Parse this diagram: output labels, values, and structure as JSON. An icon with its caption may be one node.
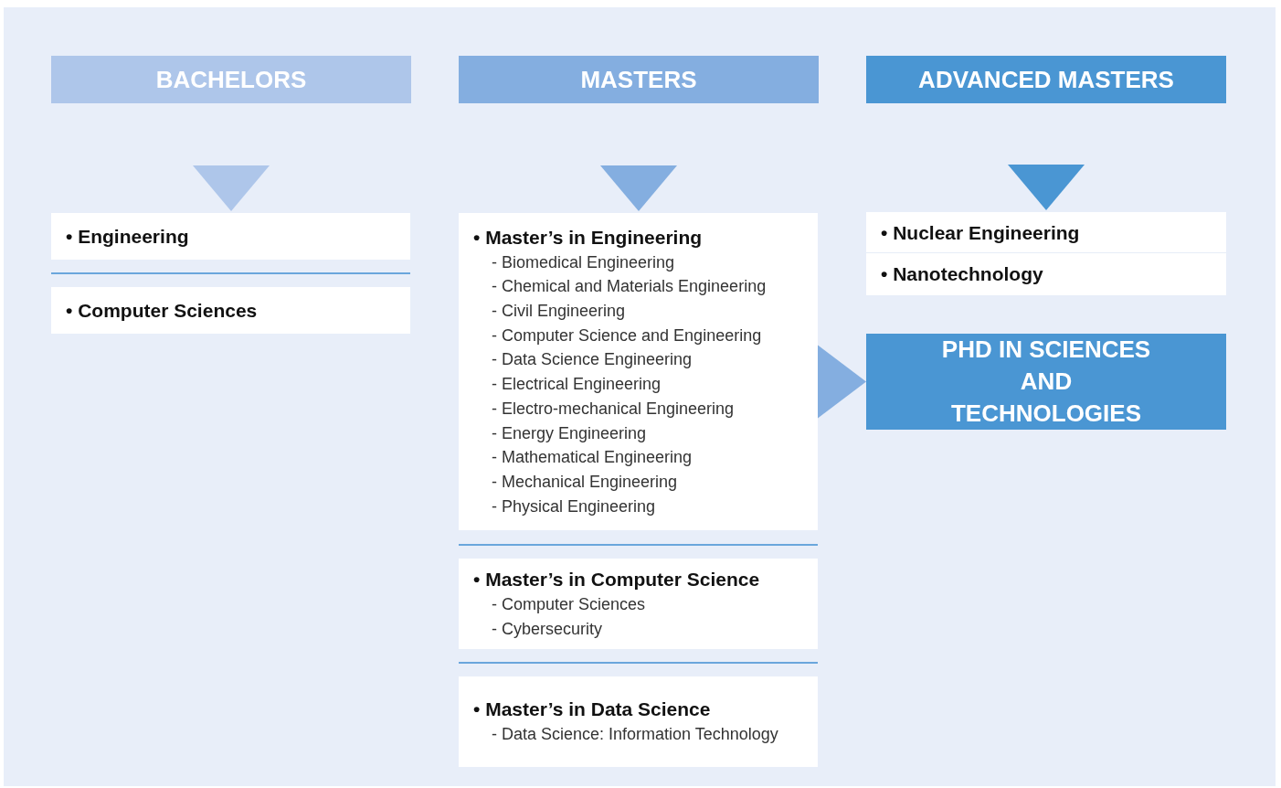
{
  "diagram": {
    "nodes": [
      {
        "text": [
          "BACHELORS"
        ]
      },
      {
        "text": [
          "MASTERS"
        ]
      },
      {
        "text": [
          "ADVANCED MASTERS"
        ]
      },
      {
        "text": [
          "• Engineering"
        ]
      },
      {
        "text": [
          "• Computer Sciences"
        ]
      },
      {
        "text": [
          "• Master’s in Engineering",
          "- Biomedical Engineering",
          "- Chemical and Materials Engineering",
          "- Civil Engineering",
          "- Computer Science and Engineering",
          "- Data Science Engineering",
          "- Electrical Engineering",
          "- Electro-mechanical Engineering",
          "- Energy Engineering",
          "- Mathematical Engineering",
          "- Mechanical Engineering",
          "- Physical Engineering"
        ]
      },
      {
        "text": [
          "• Master’s in Computer Science",
          "- Computer Sciences",
          "- Cybersecurity"
        ]
      },
      {
        "text": [
          "• Master’s in Data Science",
          "- Data Science: Information Technology"
        ]
      },
      {
        "text": [
          "• Nuclear Engineering"
        ]
      },
      {
        "text": [
          "• Nanotechnology"
        ]
      },
      {
        "text": [
          "PHD IN SCIENCES AND TECHNOLOGIES"
        ]
      }
    ],
    "edges": [
      {
        "from": 0,
        "to": 3,
        "arrow": "to",
        "color": "#aec6ea"
      },
      {
        "from": 1,
        "to": 5,
        "arrow": "to"
      },
      {
        "from": 2,
        "to": 8,
        "arrow": "to",
        "color": "#4a96d3"
      },
      {
        "from": 5,
        "to": 10,
        "arrow": "to"
      }
    ]
  }
}
